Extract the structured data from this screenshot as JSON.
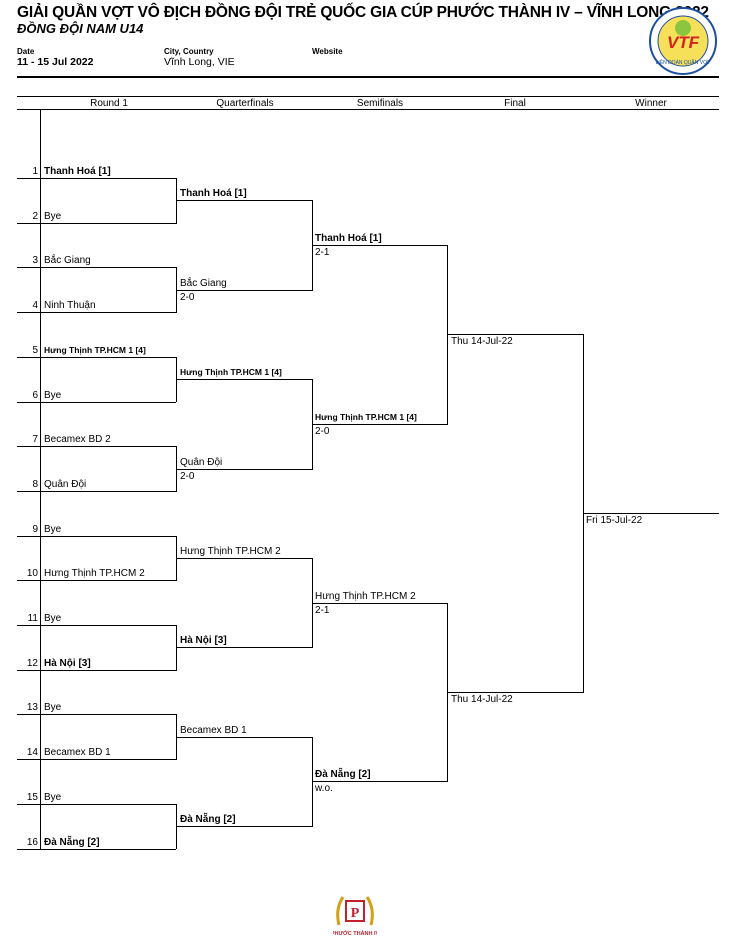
{
  "header": {
    "title": "GIẢI QUẦN VỢT VÔ ĐỊCH ĐỒNG ĐỘI TRẺ QUỐC GIA CÚP PHƯỚC THÀNH IV – VĨNH LONG 2022",
    "subtitle": "ĐỒNG ĐỘI NAM U14",
    "date_label": "Date",
    "date_value": "11 - 15 Jul 2022",
    "location_label": "City, Country",
    "location_value": "Vĩnh Long, VIE",
    "website_label": "Website",
    "logo_text": "VTF",
    "logo_ring_text": "LIÊN ĐOÀN QUẦN VỢT"
  },
  "columns": [
    "Round 1",
    "Quarterfinals",
    "Semifinals",
    "Final",
    "Winner"
  ],
  "round1": [
    {
      "seed": "1",
      "name": "Thanh Hoá [1]",
      "bold": true
    },
    {
      "seed": "2",
      "name": "Bye",
      "bold": false
    },
    {
      "seed": "3",
      "name": "Bắc Giang",
      "bold": false
    },
    {
      "seed": "4",
      "name": "Ninh Thuận",
      "bold": false
    },
    {
      "seed": "5",
      "name": "Hưng Thịnh TP.HCM 1 [4]",
      "bold": true
    },
    {
      "seed": "6",
      "name": "Bye",
      "bold": false
    },
    {
      "seed": "7",
      "name": "Becamex BD 2",
      "bold": false
    },
    {
      "seed": "8",
      "name": "Quân Đội",
      "bold": false
    },
    {
      "seed": "9",
      "name": "Bye",
      "bold": false
    },
    {
      "seed": "10",
      "name": "Hưng Thịnh TP.HCM 2",
      "bold": false
    },
    {
      "seed": "11",
      "name": "Bye",
      "bold": false
    },
    {
      "seed": "12",
      "name": "Hà Nội [3]",
      "bold": true
    },
    {
      "seed": "13",
      "name": "Bye",
      "bold": false
    },
    {
      "seed": "14",
      "name": "Becamex BD 1",
      "bold": false
    },
    {
      "seed": "15",
      "name": "Bye",
      "bold": false
    },
    {
      "seed": "16",
      "name": "Đà Nẵng [2]",
      "bold": true
    }
  ],
  "quarterfinals": [
    {
      "name": "Thanh Hoá [1]",
      "bold": true,
      "score": ""
    },
    {
      "name": "Bắc Giang",
      "bold": false,
      "score": "2-0"
    },
    {
      "name": "Hưng Thịnh TP.HCM 1 [4]",
      "bold": true,
      "score": ""
    },
    {
      "name": "Quân Đội",
      "bold": false,
      "score": "2-0"
    },
    {
      "name": "Hưng Thịnh TP.HCM 2",
      "bold": false,
      "score": ""
    },
    {
      "name": "Hà Nội [3]",
      "bold": true,
      "score": ""
    },
    {
      "name": "Becamex BD 1",
      "bold": false,
      "score": ""
    },
    {
      "name": "Đà Nẵng [2]",
      "bold": true,
      "score": ""
    }
  ],
  "semifinals": [
    {
      "name": "Thanh Hoá [1]",
      "bold": true,
      "score": "2-1"
    },
    {
      "name": "Hưng Thịnh TP.HCM 1 [4]",
      "bold": true,
      "score": "2-0"
    },
    {
      "name": "Hưng Thịnh TP.HCM 2",
      "bold": false,
      "score": "2-1"
    },
    {
      "name": "Đà Nẵng [2]",
      "bold": true,
      "score": "w.o."
    }
  ],
  "final": [
    "Thu 14-Jul-22",
    "Thu 14-Jul-22"
  ],
  "winner": "Fri 15-Jul-22",
  "footer": {
    "sponsor": "PHƯỚC THÀNH IV"
  }
}
